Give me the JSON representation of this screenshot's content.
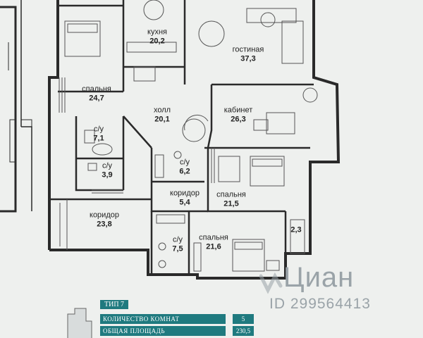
{
  "rooms": [
    {
      "id": "kitchen",
      "name": "кухня",
      "area": "20,2"
    },
    {
      "id": "living",
      "name": "гостиная",
      "area": "37,3"
    },
    {
      "id": "bedroom1",
      "name": "спальня",
      "area": "24,7"
    },
    {
      "id": "hall",
      "name": "холл",
      "area": "20,1"
    },
    {
      "id": "study",
      "name": "кабинет",
      "area": "26,3"
    },
    {
      "id": "bath1",
      "name": "с/у",
      "area": "7,1"
    },
    {
      "id": "bath2",
      "name": "с/у",
      "area": "3,9"
    },
    {
      "id": "bath3",
      "name": "с/у",
      "area": "6,2"
    },
    {
      "id": "corridor1",
      "name": "коридор",
      "area": "5,4"
    },
    {
      "id": "bedroom2",
      "name": "спальня",
      "area": "21,5"
    },
    {
      "id": "corridor2",
      "name": "коридор",
      "area": "23,8"
    },
    {
      "id": "storage",
      "name": "",
      "area": "2,3"
    },
    {
      "id": "bath4",
      "name": "с/у",
      "area": "7,5"
    },
    {
      "id": "bedroom3",
      "name": "спальня",
      "area": "21,6"
    }
  ],
  "legend": {
    "title": "ТИП 7",
    "rooms_label": "КОЛИЧЕСТВО КОМНАТ",
    "rooms_value": "5",
    "area_label": "ОБЩАЯ ПЛОЩАДЬ",
    "area_value": "230,5"
  },
  "watermark": {
    "brand": "Циан",
    "id": "ID 299564413"
  },
  "colors": {
    "wall": "#2a2a2a",
    "accent": "#1f7a7f",
    "paper": "#eef0ee"
  }
}
